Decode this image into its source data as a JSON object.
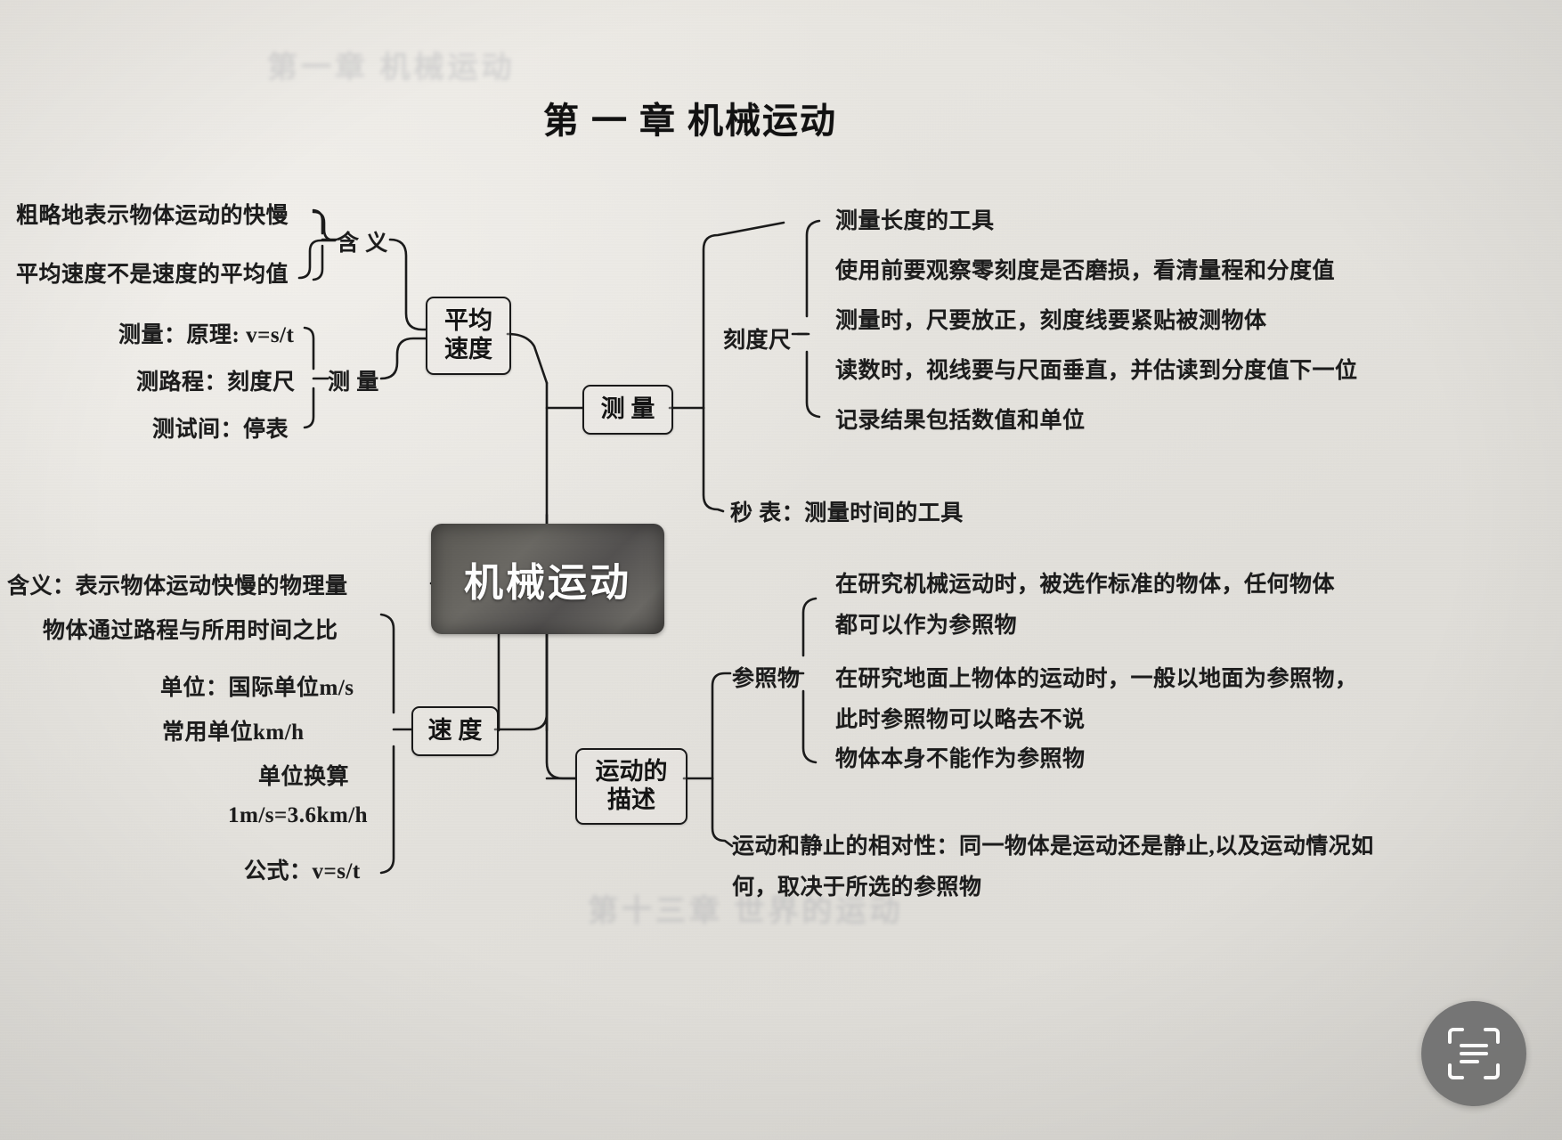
{
  "document": {
    "title": "第 一 章   机械运动",
    "center_node": "机械运动"
  },
  "ghost_text": {
    "top": "第一章 机械运动",
    "bottom": "第十三章  世界的运动"
  },
  "branches": {
    "average_speed": {
      "node": "平均\n速度",
      "node_line1": "平均",
      "node_line2": "速度",
      "meaning_label": "含 义",
      "meaning_items": [
        "粗略地表示物体运动的快慢",
        "平均速度不是速度的平均值"
      ],
      "measure_label": "测 量",
      "measure_items": [
        "测量：原理: v=s/t",
        "测路程：刻度尺",
        "测试间：停表"
      ]
    },
    "measurement": {
      "node": "测 量",
      "ruler_label": "刻度尺",
      "ruler_items": [
        "测量长度的工具",
        "使用前要观察零刻度是否磨损，看清量程和分度值",
        "测量时，尺要放正，刻度线要紧贴被测物体",
        "读数时，视线要与尺面垂直，并估读到分度值下一位",
        "记录结果包括数值和单位"
      ],
      "stopwatch_item": "秒 表：测量时间的工具"
    },
    "speed": {
      "node": "速 度",
      "items": [
        "含义：表示物体运动快慢的物理量",
        "物体通过路程与所用时间之比",
        "单位：国际单位m/s",
        "常用单位km/h",
        "单位换算",
        "1m/s=3.6km/h",
        "公式：v=s/t"
      ]
    },
    "motion_description": {
      "node": "运动的\n描述",
      "node_line1": "运动的",
      "node_line2": "描述",
      "reference_label": "参照物",
      "reference_items": [
        "在研究机械运动时，被选作标准的物体，任何物体",
        "都可以作为参照物",
        "在研究地面上物体的运动时，一般以地面为参照物，",
        "此时参照物可以略去不说",
        "物体本身不能作为参照物"
      ],
      "relativity_items": [
        "运动和静止的相对性：同一物体是运动还是静止,以及运动情况如",
        "何，取决于所选的参照物"
      ]
    }
  },
  "overlay": {
    "scan_icon": "document-scan-icon"
  },
  "colors": {
    "ink": "#1c1c1c",
    "paper": "#e8e6e1",
    "center_node_bg": "#5d5b57",
    "fab_bg": "#6e6e6e"
  }
}
